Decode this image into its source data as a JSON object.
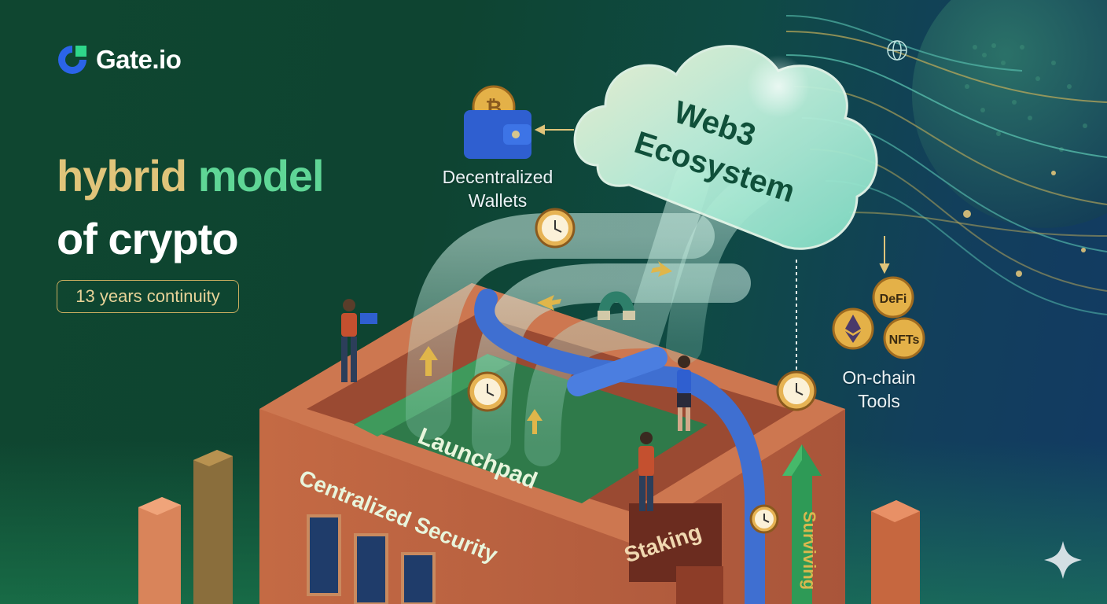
{
  "brand": {
    "name": "Gate.io"
  },
  "headline": {
    "word1": "hybrid",
    "word2": "model",
    "line2": "of crypto"
  },
  "badge": {
    "text": "13 years continuity"
  },
  "cloud": {
    "line1": "Web3",
    "line2": "Ecosystem"
  },
  "wallets": {
    "line1": "Decentralized",
    "line2": "Wallets"
  },
  "tools": {
    "line1": "On-chain",
    "line2": "Tools",
    "defi": "DeFi",
    "nfts": "NFTs"
  },
  "building": {
    "launchpad": "Launchpad",
    "security": "Centralized Security",
    "staking": "Staking",
    "surviving": "Surviving"
  },
  "icons": [
    "gate-logo-icon",
    "bitcoin-wallet-icon",
    "clock-icon",
    "globe-icon",
    "ethereum-coin-icon",
    "arrow-up-icon",
    "sparkle-icon"
  ],
  "colors": {
    "gold": "#e0c47a",
    "green": "#5fd696",
    "background": "#0f4630",
    "brick": "#b9603e"
  }
}
